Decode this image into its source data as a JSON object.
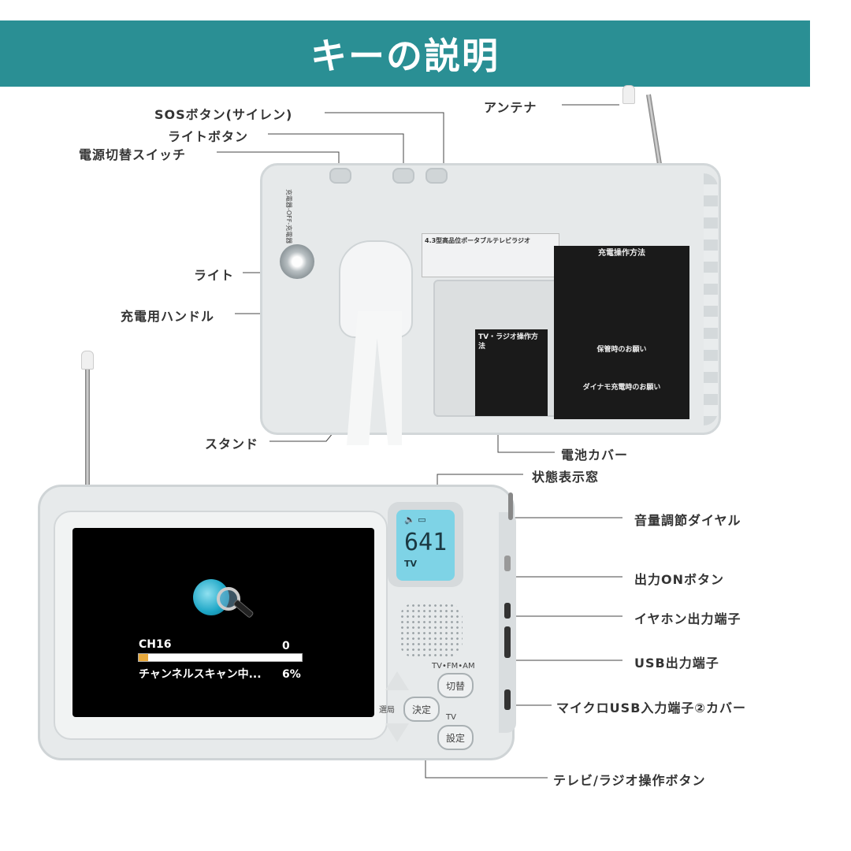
{
  "header": {
    "title": "キーの説明"
  },
  "labels": {
    "sos": "SOSボタン(サイレン)",
    "light_button": "ライトボタン",
    "power_switch": "電源切替スイッチ",
    "antenna": "アンテナ",
    "light": "ライト",
    "crank": "充電用ハンドル",
    "stand": "スタンド",
    "battery_cover": "電池カバー",
    "status_window": "状態表示窓",
    "volume_dial": "音量調節ダイヤル",
    "output_on": "出力ONボタン",
    "earphone": "イヤホン出力端子",
    "usb_out": "USB出力端子",
    "micro_usb": "マイクロUSB入力端子②カバー",
    "tv_radio_buttons": "テレビ/ラジオ操作ボタン"
  },
  "screen": {
    "channel": "CH16",
    "count": "0",
    "scan_text": "チャンネルスキャン中...",
    "percent": "6%",
    "progress": 0.06
  },
  "lcd": {
    "digits": "641",
    "mode": "TV"
  },
  "buttons": {
    "band_label": "TV•FM•AM",
    "switch": "切替",
    "select_label": "選局",
    "decide": "決定",
    "tv_label": "TV",
    "settings": "設定"
  },
  "back_panel": {
    "product_label": "4.3型高品位ポータブルテレビラジオ",
    "charge_title": "充電操作方法",
    "tv_radio_title": "TV・ラジオ操作方法",
    "storage_title": "保管時のお願い",
    "dynamo_title": "ダイナモ充電時のお願い",
    "switch_marking": "充電器-OFF-充電器"
  },
  "colors": {
    "banner": "#2a8f94",
    "lcd": "#7ed3e6",
    "progress": "#e8a93c"
  }
}
